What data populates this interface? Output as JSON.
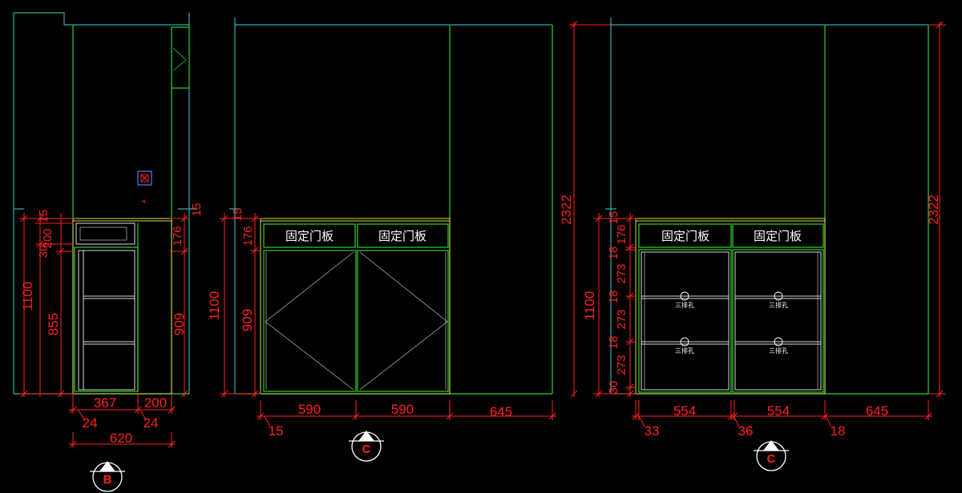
{
  "elevation_b": {
    "marker": "B",
    "dim_height_total": "1100",
    "dim_top": "15",
    "dim_drawer": "200",
    "dim_gap": "30",
    "dim_door": "855",
    "dim_right_top": "15",
    "dim_right_176": "176",
    "dim_right_909": "909",
    "dim_w_367": "367",
    "dim_w_200": "200",
    "dim_w_24a": "24",
    "dim_w_24b": "24",
    "dim_w_620": "620"
  },
  "elevation_c1": {
    "marker": "C",
    "panel_label_1": "固定门板",
    "panel_label_2": "固定门板",
    "dim_height_total": "1100",
    "dim_top": "15",
    "dim_176": "176",
    "dim_909": "909",
    "dim_w_590a": "590",
    "dim_w_590b": "590",
    "dim_w_645": "645",
    "dim_w_15": "15"
  },
  "elevation_c2": {
    "marker": "C",
    "panel_label_1": "固定门板",
    "panel_label_2": "固定门板",
    "hole_label": "三排孔",
    "dim_height_total": "1100",
    "dim_full_left": "2322",
    "dim_full_right": "2322",
    "dim_top": "15",
    "dim_176": "176",
    "dim_18a": "18",
    "dim_273a": "273",
    "dim_18b": "18",
    "dim_273b": "273",
    "dim_18c": "18",
    "dim_273c": "273",
    "dim_30": "30",
    "dim_w_554a": "554",
    "dim_w_554b": "554",
    "dim_w_645": "645",
    "dim_w_33": "33",
    "dim_w_36": "36",
    "dim_w_18": "18"
  }
}
